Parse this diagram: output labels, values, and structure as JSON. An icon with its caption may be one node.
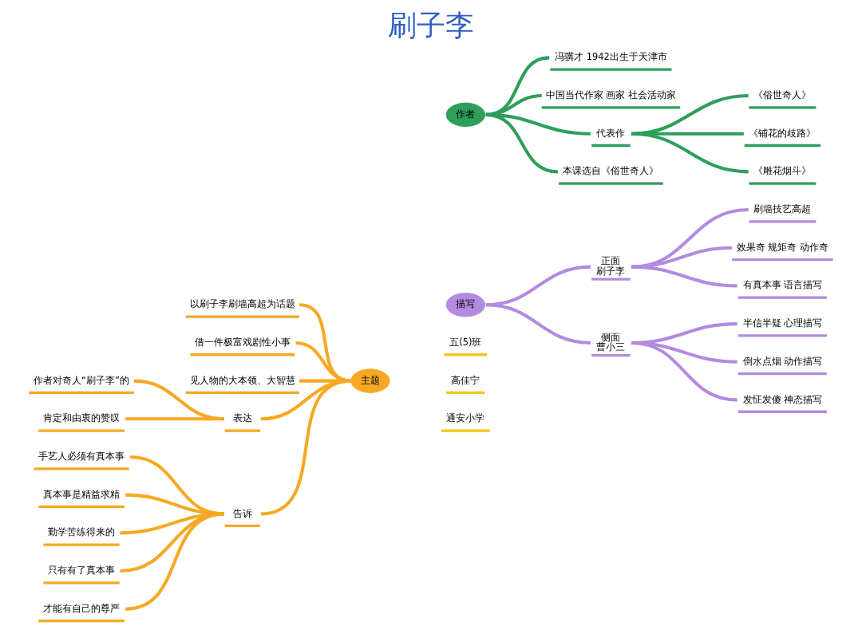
{
  "diagram": {
    "title": "刷子李",
    "nodes": [
      {
        "text": [
          "主题"
        ]
      },
      {
        "text": [
          "以刷子李刷墙高超为话题"
        ]
      },
      {
        "text": [
          "借一件极富戏剧性小事"
        ]
      },
      {
        "text": [
          "见人物的大本领、大智慧"
        ]
      },
      {
        "text": [
          "表达"
        ]
      },
      {
        "text": [
          "作者对奇人“刷子李”的"
        ]
      },
      {
        "text": [
          "肯定和由衷的赞叹"
        ]
      },
      {
        "text": [
          "告诉"
        ]
      },
      {
        "text": [
          "手艺人必须有真本事"
        ]
      },
      {
        "text": [
          "真本事是精益求精"
        ]
      },
      {
        "text": [
          "勤学苦练得来的"
        ]
      },
      {
        "text": [
          "只有有了真本事"
        ]
      },
      {
        "text": [
          "才能有自己的尊严"
        ]
      },
      {
        "text": [
          "作者"
        ]
      },
      {
        "text": [
          "冯骥才 1942出生于天津市"
        ]
      },
      {
        "text": [
          "中国当代作家 画家 社会活动家"
        ]
      },
      {
        "text": [
          "代表作"
        ]
      },
      {
        "text": [
          "《俗世奇人》"
        ]
      },
      {
        "text": [
          "《铺花的歧路》"
        ]
      },
      {
        "text": [
          "《雕花烟斗》"
        ]
      },
      {
        "text": [
          "本课选自《俗世奇人》"
        ]
      },
      {
        "text": [
          "描写"
        ]
      },
      {
        "text": [
          "正面",
          "刷子李"
        ]
      },
      {
        "text": [
          "刷墙技艺高超"
        ]
      },
      {
        "text": [
          "效果奇 规矩奇 动作奇"
        ]
      },
      {
        "text": [
          "有真本事 语言描写"
        ]
      },
      {
        "text": [
          "侧面",
          "曹小三"
        ]
      },
      {
        "text": [
          "半信半疑 心理描写"
        ]
      },
      {
        "text": [
          "倒水点烟 动作描写"
        ]
      },
      {
        "text": [
          "发怔发傻 神态描写"
        ]
      }
    ],
    "edges": [
      {
        "from": 0,
        "to": 1,
        "arrow": "none"
      },
      {
        "from": 0,
        "to": 2,
        "arrow": "none"
      },
      {
        "from": 0,
        "to": 3,
        "arrow": "none"
      },
      {
        "from": 0,
        "to": 4,
        "arrow": "none"
      },
      {
        "from": 4,
        "to": 5,
        "arrow": "none"
      },
      {
        "from": 4,
        "to": 6,
        "arrow": "none"
      },
      {
        "from": 0,
        "to": 7,
        "arrow": "none"
      },
      {
        "from": 7,
        "to": 8,
        "arrow": "none"
      },
      {
        "from": 7,
        "to": 9,
        "arrow": "none"
      },
      {
        "from": 7,
        "to": 10,
        "arrow": "none"
      },
      {
        "from": 7,
        "to": 11,
        "arrow": "none"
      },
      {
        "from": 7,
        "to": 12,
        "arrow": "none"
      },
      {
        "from": 13,
        "to": 14,
        "arrow": "none",
        "color": "#2e9e5b"
      },
      {
        "from": 13,
        "to": 15,
        "arrow": "none",
        "color": "#2e9e5b"
      },
      {
        "from": 13,
        "to": 16,
        "arrow": "none",
        "color": "#2e9e5b"
      },
      {
        "from": 16,
        "to": 17,
        "arrow": "none",
        "color": "#2e9e5b"
      },
      {
        "from": 16,
        "to": 18,
        "arrow": "none",
        "color": "#2e9e5b"
      },
      {
        "from": 16,
        "to": 19,
        "arrow": "none",
        "color": "#2e9e5b"
      },
      {
        "from": 13,
        "to": 20,
        "arrow": "none",
        "color": "#2e9e5b"
      },
      {
        "from": 21,
        "to": 22,
        "arrow": "none",
        "color": "#b28be0"
      },
      {
        "from": 22,
        "to": 23,
        "arrow": "none",
        "color": "#b28be0"
      },
      {
        "from": 22,
        "to": 24,
        "arrow": "none",
        "color": "#b28be0"
      },
      {
        "from": 22,
        "to": 25,
        "arrow": "none",
        "color": "#b28be0"
      },
      {
        "from": 21,
        "to": 26,
        "arrow": "none",
        "color": "#b28be0"
      },
      {
        "from": 26,
        "to": 27,
        "arrow": "none",
        "color": "#b28be0"
      },
      {
        "from": 26,
        "to": 28,
        "arrow": "none",
        "color": "#b28be0"
      },
      {
        "from": 26,
        "to": 29,
        "arrow": "none",
        "color": "#b28be0"
      }
    ],
    "labels": [
      "五(5)班",
      "高佳宁",
      "通安小学"
    ]
  }
}
